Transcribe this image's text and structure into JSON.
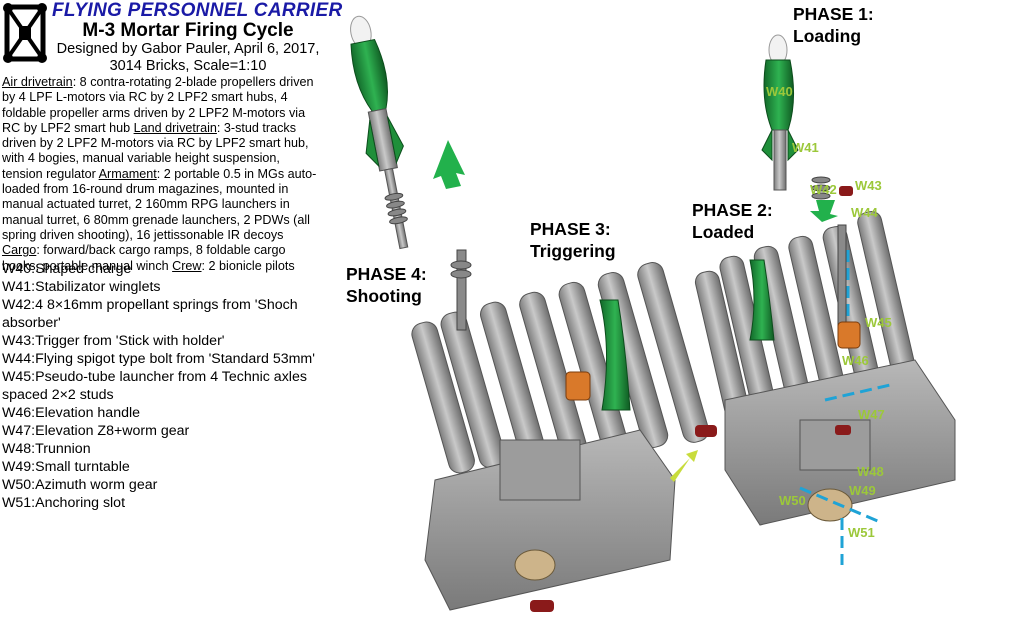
{
  "header": {
    "brand": "FLYING PERSONNEL CARRIER",
    "title": "M-3 Mortar Firing Cycle",
    "subtitle": "Designed by Gabor Pauler, April 6, 2017, 3014 Bricks, Scale=1:10"
  },
  "description": {
    "air_label": "Air drivetrain",
    "air_text": ": 8 contra-rotating 2-blade propellers driven by 4 LPF L-motors via RC by 2 LPF2 smart hubs, 4 foldable propeller arms driven by 2 LPF2 M-motors via RC by LPF2 smart hub ",
    "land_label": "Land drivetrain",
    "land_text": ": 3-stud tracks driven by 2 LPF2 M-motors via RC by LPF2 smart hub, with 4 bogies, manual variable height suspension, tension regulator ",
    "armament_label": "Armament",
    "armament_text": ": 2 portable 0.5 in MGs auto-loaded from 16-round drum magazines, mounted in manual actuated turret, 2 160mm RPG launchers in manual turret, 6 80mm grenade launchers, 2 PDWs (all spring driven shooting), 16 jettissonable IR decoys ",
    "cargo_label": "Cargo",
    "cargo_text": ": forward/back cargo ramps, 8 foldable cargo hooks, portable manual winch ",
    "crew_label": "Crew",
    "crew_text": ": 2 bionicle pilots"
  },
  "legend": [
    "W40:Shaped charge",
    "W41:Stabilizator winglets",
    "W42:4 8×16mm propellant springs from 'Shoch absorber'",
    "W43:Trigger from 'Stick with holder'",
    "W44:Flying spigot type bolt from 'Standard 53mm'",
    "W45:Pseudo-tube launcher from 4 Technic axles spaced 2×2 studs",
    "W46:Elevation handle",
    "W47:Elevation Z8+worm gear",
    "W48:Trunnion",
    "W49:Small turntable",
    "W50:Azimuth worm gear",
    "W51:Anchoring slot"
  ],
  "phases": {
    "p1_line1": "PHASE 1:",
    "p1_line2": "Loading",
    "p2_line1": "PHASE 2:",
    "p2_line2": "Loaded",
    "p3_line1": "PHASE 3:",
    "p3_line2": "Triggering",
    "p4_line1": "PHASE 4:",
    "p4_line2": "Shooting"
  },
  "callouts": {
    "w40": "W40",
    "w41": "W41",
    "w42": "W42",
    "w43": "W43",
    "w44": "W44",
    "w45": "W45",
    "w46": "W46",
    "w47": "W47",
    "w48": "W48",
    "w49": "W49",
    "w50": "W50",
    "w51": "W51"
  },
  "colors": {
    "brand": "#1a1aa6",
    "callout": "#9cc83a",
    "arrow_green": "#22b14c",
    "charge_green": "#1f8f3a",
    "steel": "#9a9a9a",
    "trigger_red": "#8a1a1a",
    "cyan_axis": "#1fa3d6"
  }
}
